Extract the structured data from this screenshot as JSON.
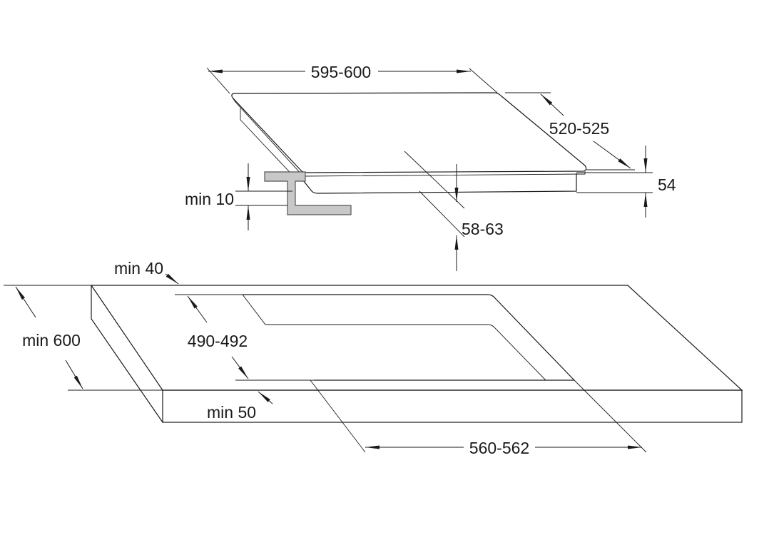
{
  "title": "Hob built-in dimensions",
  "colors": {
    "line": "#1a1a1a",
    "bracket_fill": "#c8c8c8",
    "bracket_stroke": "#555555"
  },
  "dimensions": {
    "hob_width": "595-600",
    "hob_depth": "520-525",
    "hob_height": "54",
    "min_clearance": "min 10",
    "built_in_depth": "58-63",
    "min_back": "min 40",
    "cutout_depth": "490-492",
    "worktop_depth": "min 600",
    "min_front": "min 50",
    "cutout_width": "560-562"
  }
}
